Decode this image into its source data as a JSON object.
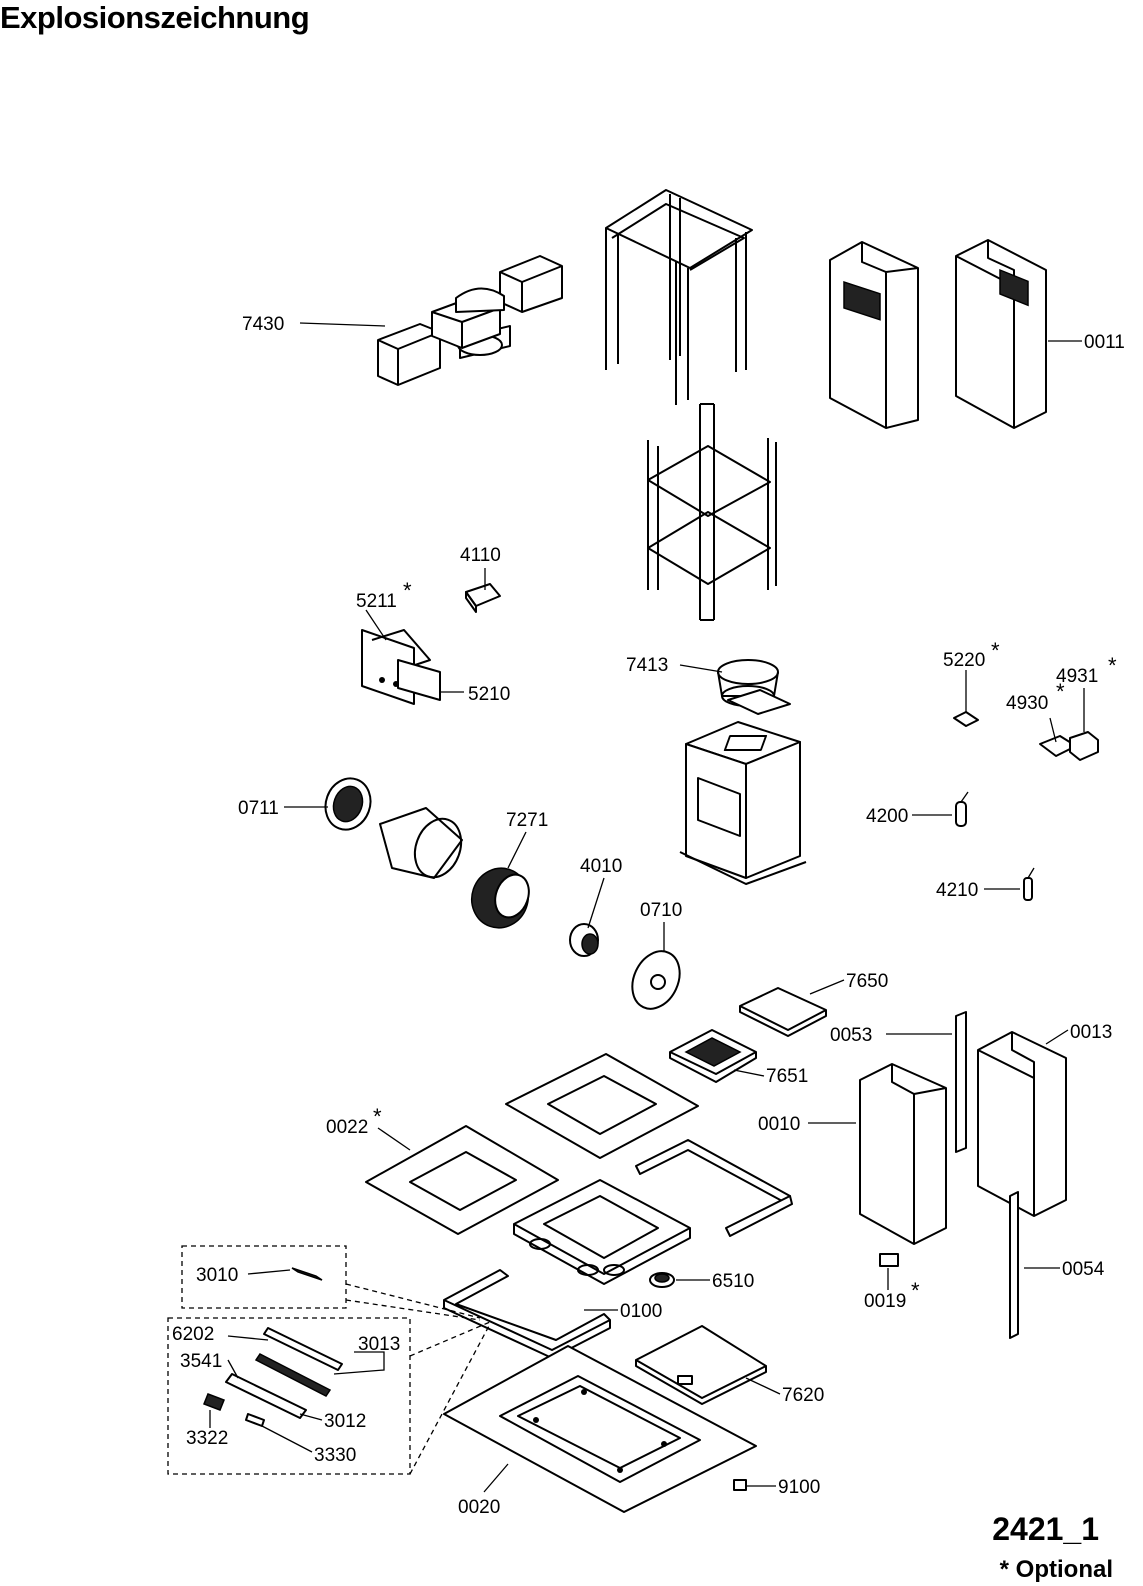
{
  "title": "Explosionszeichnung",
  "drawing_number": "2421_1",
  "optional_note": "* Optional",
  "optional_marker": "*",
  "part_labels": {
    "p7430": "7430",
    "p0011": "0011",
    "p4110": "4110",
    "p5211": "5211",
    "p5210": "5210",
    "p7413": "7413",
    "p5220": "5220",
    "p4931": "4931",
    "p4930": "4930",
    "p0711": "0711",
    "p7271": "7271",
    "p4200": "4200",
    "p4010": "4010",
    "p0710": "0710",
    "p4210": "4210",
    "p7650": "7650",
    "p0053": "0053",
    "p0013": "0013",
    "p7651": "7651",
    "p0022": "0022",
    "p0010": "0010",
    "p3010": "3010",
    "p6510": "6510",
    "p0054": "0054",
    "p0019": "0019",
    "p0100": "0100",
    "p6202": "6202",
    "p3013": "3013",
    "p3541": "3541",
    "p7620": "7620",
    "p3012": "3012",
    "p3322": "3322",
    "p3330": "3330",
    "p0020": "0020",
    "p9100": "9100"
  }
}
